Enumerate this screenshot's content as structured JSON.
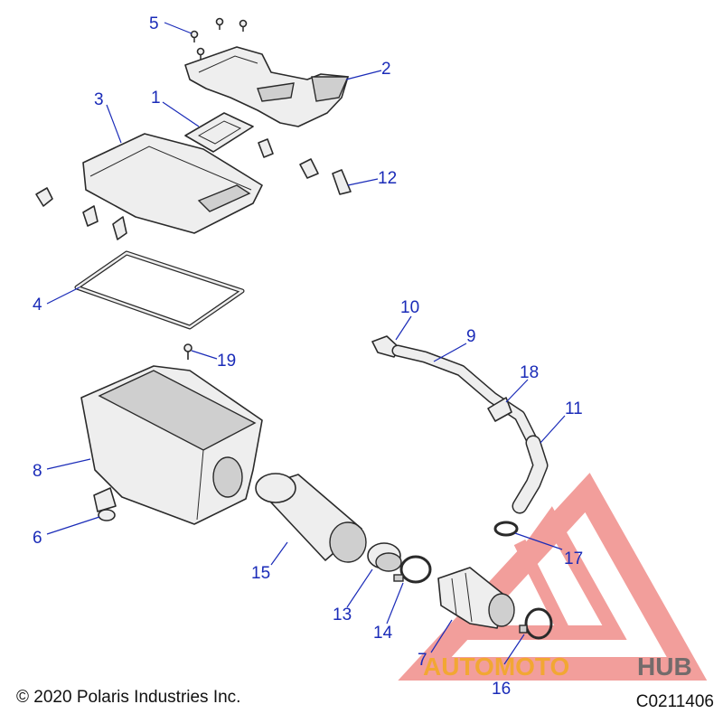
{
  "copyright": "© 2020 Polaris Industries Inc.",
  "diagram_code": "C0211406",
  "watermark": {
    "word_a": "AUTOMOTO",
    "word_b": "HUB",
    "color_red": "#e8504a",
    "color_orange": "#f2a928",
    "color_grey": "#666666"
  },
  "callout_color": "#1a2bb8",
  "callouts": [
    "1",
    "2",
    "3",
    "4",
    "5",
    "6",
    "7",
    "8",
    "9",
    "10",
    "11",
    "12",
    "13",
    "14",
    "15",
    "16",
    "17",
    "18",
    "19"
  ]
}
